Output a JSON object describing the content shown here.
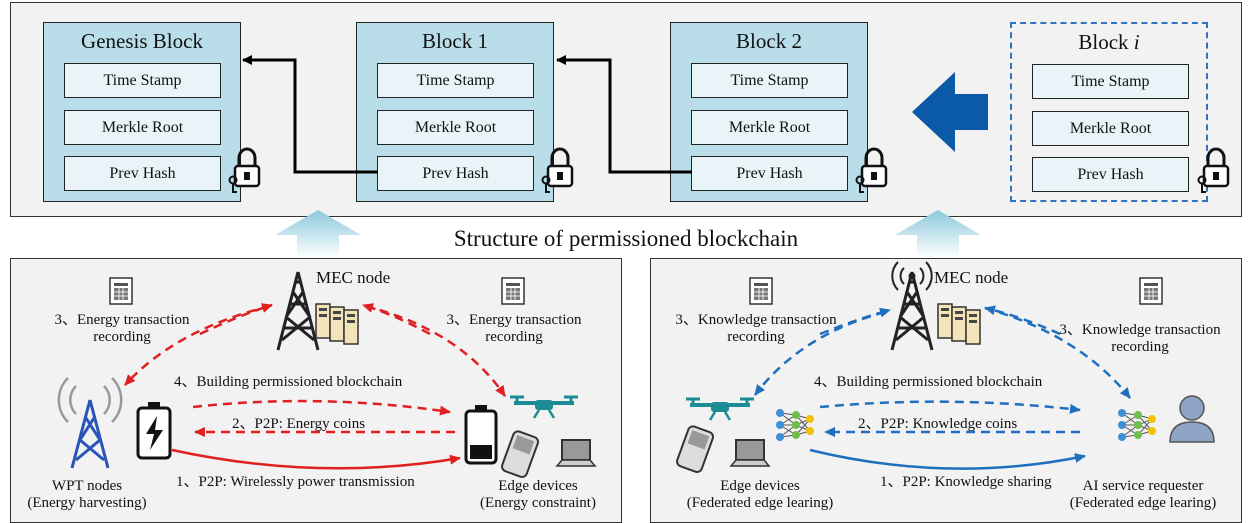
{
  "blockchain": {
    "caption": "Structure of permissioned blockchain",
    "blocks": [
      {
        "title": "Genesis Block",
        "fields": [
          "Time Stamp",
          "Merkle Root",
          "Prev Hash"
        ]
      },
      {
        "title": "Block 1",
        "fields": [
          "Time Stamp",
          "Merkle Root",
          "Prev Hash"
        ]
      },
      {
        "title": "Block 2",
        "fields": [
          "Time Stamp",
          "Merkle Root",
          "Prev Hash"
        ]
      },
      {
        "title_prefix": "Block ",
        "title_italic": "i",
        "fields": [
          "Time Stamp",
          "Merkle Root",
          "Prev Hash"
        ]
      }
    ]
  },
  "energy_panel": {
    "mec_label": "MEC node",
    "tx_left": [
      "3、Energy transaction",
      "recording"
    ],
    "tx_right": [
      "3、Energy transaction",
      "recording"
    ],
    "build": "4、Building permissioned blockchain",
    "coins": "2、P2P: Energy coins",
    "power": "1、P2P: Wirelessly power transmission",
    "wpt": [
      "WPT nodes",
      "(Energy harvesting)"
    ],
    "edge": [
      "Edge devices",
      "(Energy constraint)"
    ]
  },
  "knowledge_panel": {
    "mec_label": "MEC node",
    "tx_left": [
      "3、Knowledge transaction",
      "recording"
    ],
    "tx_right": [
      "3、Knowledge transaction",
      "recording"
    ],
    "build": "4、Building permissioned blockchain",
    "coins": "2、P2P: Knowledge coins",
    "sharing": "1、P2P: Knowledge sharing",
    "edge": [
      "Edge devices",
      "(Federated edge learing)"
    ],
    "ai": [
      "AI service requester",
      "(Federated edge learing)"
    ]
  },
  "colors": {
    "block_fill": "#b9dde9",
    "field_fill": "#e8f4f8",
    "energy_arrow": "#e02020",
    "knowledge_arrow": "#1f6fbf",
    "big_arrow": "#0a5aa8"
  }
}
